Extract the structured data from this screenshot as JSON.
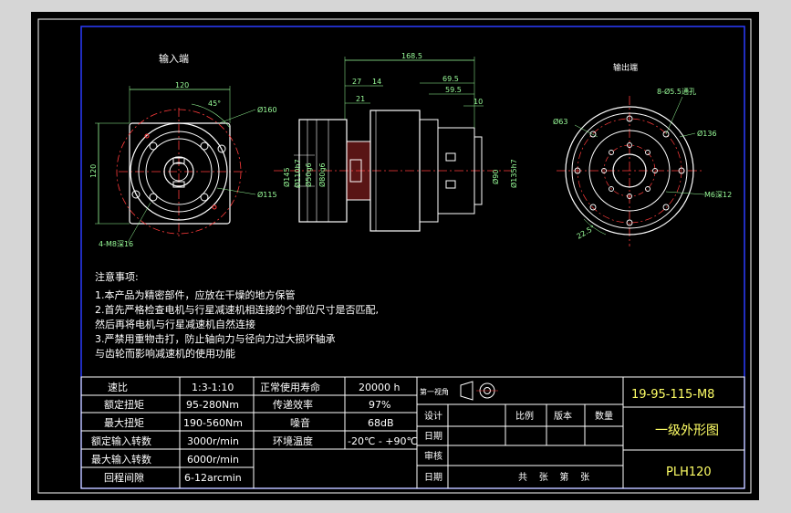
{
  "views": {
    "input_title": "输入端",
    "output_title": "输出端",
    "input_dims": {
      "width": "120",
      "height": "120",
      "angle": "45°",
      "circle_outer": "Ø160",
      "circle_inner": "Ø115",
      "holes": "4-M8深16"
    },
    "side_dims": {
      "overall": "168.5",
      "d27": "27",
      "d14": "14",
      "d21": "21",
      "d69_5": "69.5",
      "d59_5": "59.5",
      "d10": "10",
      "d145": "Ø145",
      "d110h7": "Ø110h7",
      "d50g6": "Ø50g6",
      "d80g6": "Ø80g6",
      "d90": "Ø90",
      "d135h7": "Ø135h7"
    },
    "output_dims": {
      "holes_a": "8-Ø5.5通孔",
      "d63": "Ø63",
      "d136": "Ø136",
      "holes_b": "M6深12",
      "angle": "22.5°"
    }
  },
  "notes": {
    "heading": "注意事项:",
    "lines": [
      "1.本产品为精密部件，应放在干燥的地方保管",
      "2.首先严格检查电机与行星减速机相连接的个部位尺寸是否匹配,",
      "然后再将电机与行星减速机自然连接",
      "3.严禁用重物击打，防止轴向力与径向力过大损坏轴承",
      "与齿轮而影响减速机的使用功能"
    ]
  },
  "specs": {
    "rows": [
      [
        "速比",
        "1:3-1:10",
        "正常使用寿命",
        "20000 h"
      ],
      [
        "额定扭矩",
        "95-280Nm",
        "传递效率",
        "97%"
      ],
      [
        "最大扭矩",
        "190-560Nm",
        "噪音",
        "68dB"
      ],
      [
        "额定输入转数",
        "3000r/min",
        "环境温度",
        "-20℃ - +90℃"
      ],
      [
        "最大输入转数",
        "6000r/min",
        "",
        ""
      ],
      [
        "回程间隙",
        "6-12arcmin",
        "",
        ""
      ]
    ]
  },
  "title_block": {
    "projection_label": "第一视角",
    "design_label": "设计",
    "date_label": "日期",
    "review_label": "审核",
    "date_label_2": "日期",
    "ratio_label": "比例",
    "version_label": "版本",
    "quantity_label": "数量",
    "sheets_text": "共    张    第    张",
    "drawing_number": "19-95-115-M8",
    "drawing_title": "一级外形图",
    "model": "PLH120"
  },
  "colors": {
    "frame": "#2a3cff",
    "background": "#000000",
    "outline": "#ffffff",
    "center_line": "#ff3b3b",
    "dimension": "#9aff9a",
    "note_text": "#ffffff"
  }
}
